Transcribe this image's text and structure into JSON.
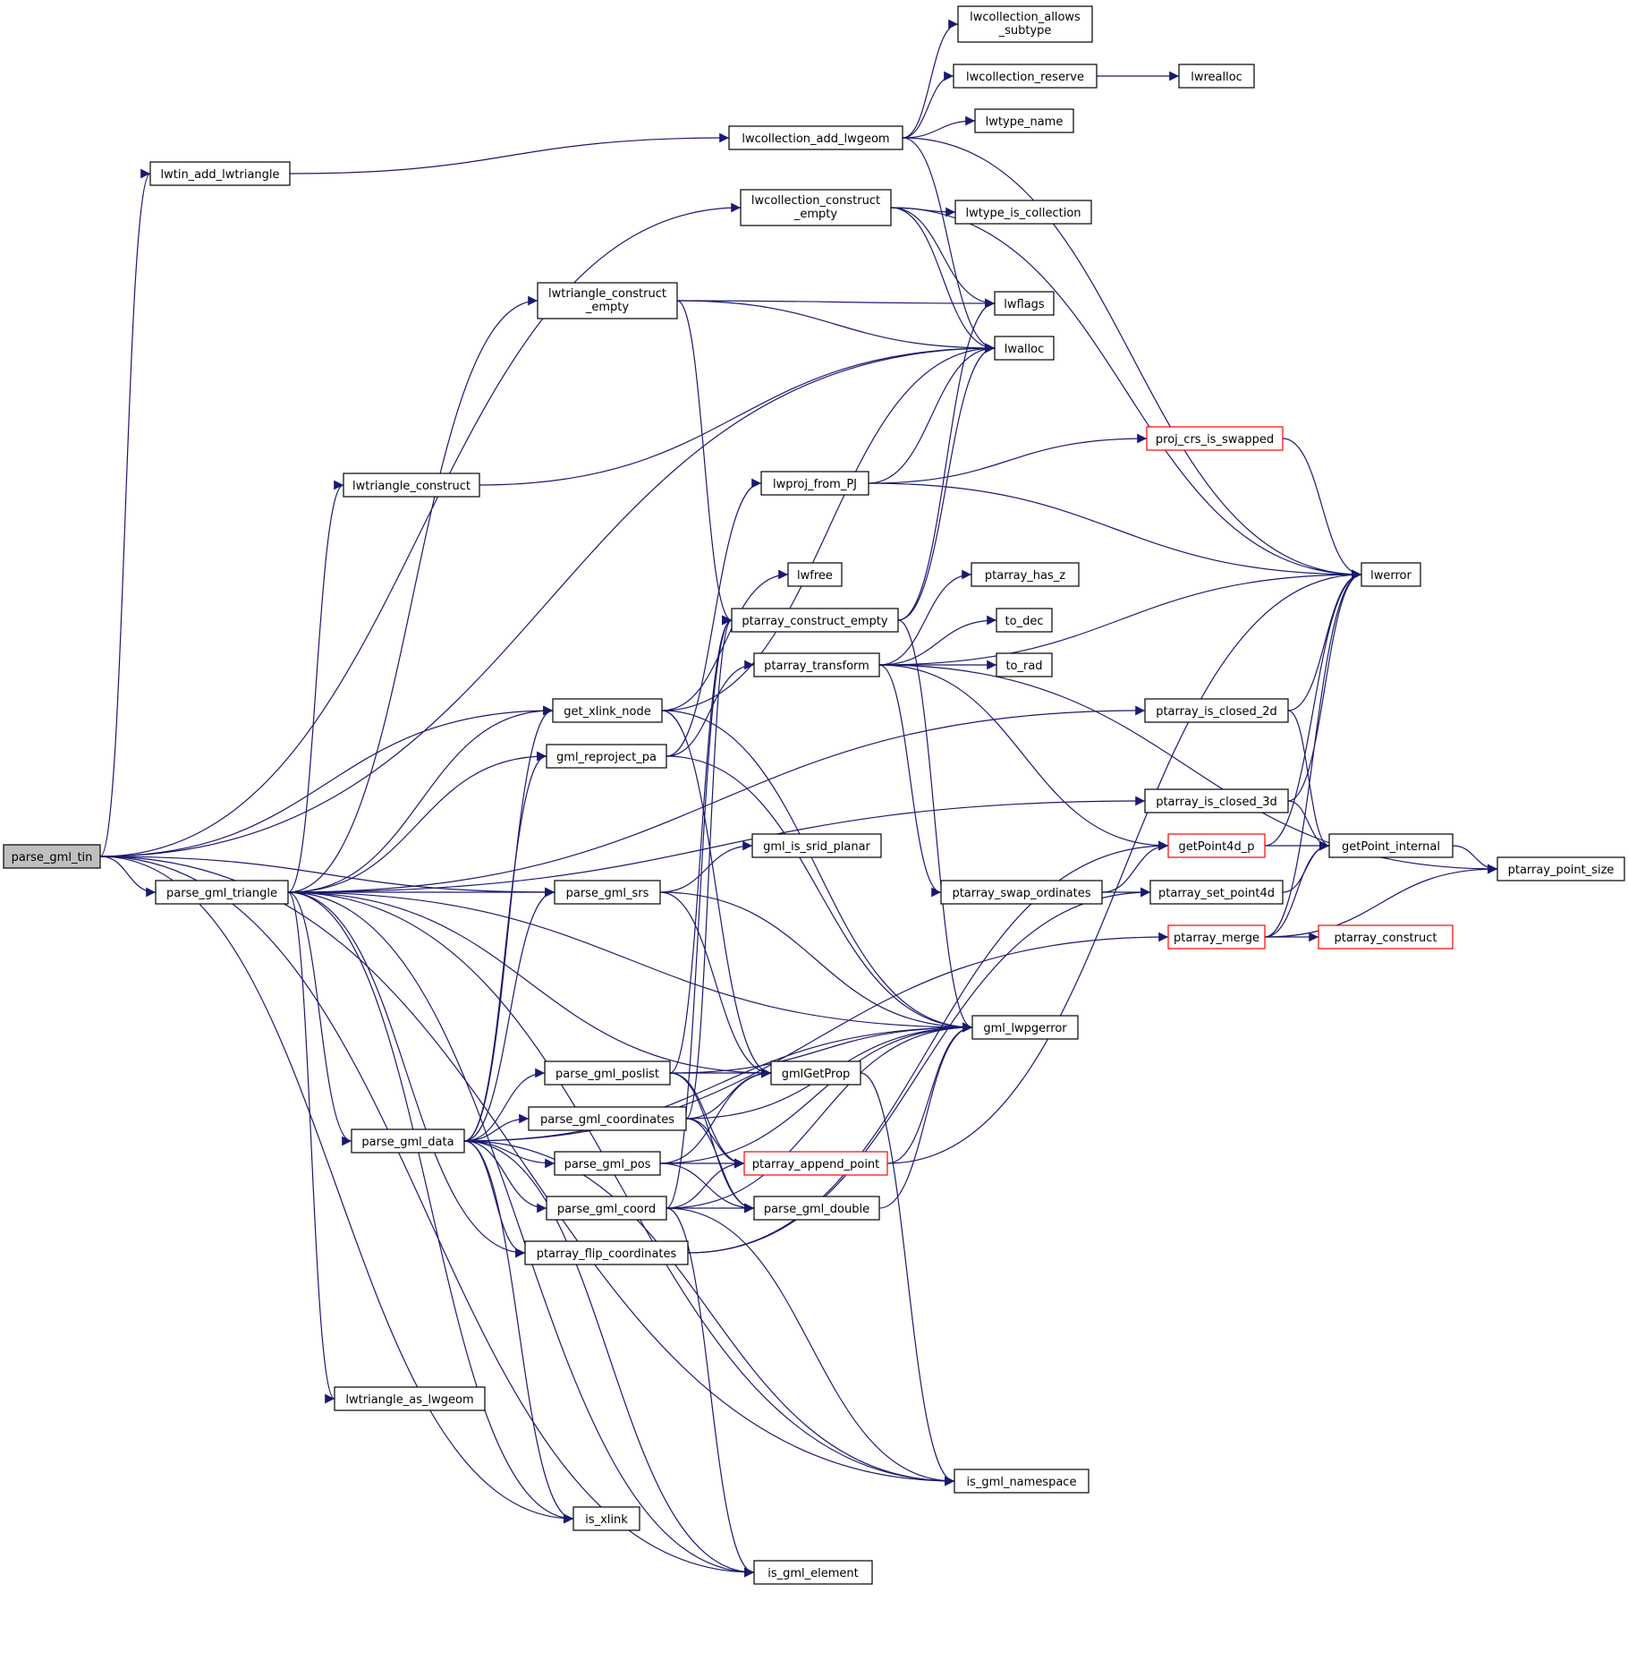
{
  "title": "",
  "edge_color": "#191970",
  "root_fill": "#bfbfbf",
  "missing_border_color": "#ff0000",
  "nodes": [
    {
      "id": "parse_gml_tin",
      "label": "parse_gml_tin",
      "root": true
    },
    {
      "id": "lwtin_add_lwtriangle",
      "label": "lwtin_add_lwtriangle"
    },
    {
      "id": "lwcollection_add_lwgeom",
      "label": "lwcollection_add_lwgeom"
    },
    {
      "id": "lwcollection_allows_subtype",
      "label": "lwcollection_allows\n_subtype"
    },
    {
      "id": "lwcollection_reserve",
      "label": "lwcollection_reserve"
    },
    {
      "id": "lwrealloc",
      "label": "lwrealloc"
    },
    {
      "id": "lwtype_name",
      "label": "lwtype_name"
    },
    {
      "id": "lwcollection_construct_empty",
      "label": "lwcollection_construct\n_empty"
    },
    {
      "id": "lwtype_is_collection",
      "label": "lwtype_is_collection"
    },
    {
      "id": "lwtriangle_construct_empty",
      "label": "lwtriangle_construct\n_empty"
    },
    {
      "id": "lwflags",
      "label": "lwflags"
    },
    {
      "id": "lwalloc",
      "label": "lwalloc"
    },
    {
      "id": "lwtriangle_construct",
      "label": "lwtriangle_construct"
    },
    {
      "id": "lwproj_from_PJ",
      "label": "lwproj_from_PJ"
    },
    {
      "id": "proj_crs_is_swapped",
      "label": "proj_crs_is_swapped",
      "missing": true
    },
    {
      "id": "lwfree",
      "label": "lwfree"
    },
    {
      "id": "lwerror",
      "label": "lwerror"
    },
    {
      "id": "ptarray_construct_empty",
      "label": "ptarray_construct_empty"
    },
    {
      "id": "ptarray_has_z",
      "label": "ptarray_has_z"
    },
    {
      "id": "to_dec",
      "label": "to_dec"
    },
    {
      "id": "ptarray_transform",
      "label": "ptarray_transform"
    },
    {
      "id": "to_rad",
      "label": "to_rad"
    },
    {
      "id": "get_xlink_node",
      "label": "get_xlink_node"
    },
    {
      "id": "ptarray_is_closed_2d",
      "label": "ptarray_is_closed_2d"
    },
    {
      "id": "gml_reproject_pa",
      "label": "gml_reproject_pa"
    },
    {
      "id": "ptarray_is_closed_3d",
      "label": "ptarray_is_closed_3d"
    },
    {
      "id": "getPoint4d_p",
      "label": "getPoint4d_p",
      "missing": true
    },
    {
      "id": "getPoint_internal",
      "label": "getPoint_internal"
    },
    {
      "id": "gml_is_srid_planar",
      "label": "gml_is_srid_planar"
    },
    {
      "id": "parse_gml_triangle",
      "label": "parse_gml_triangle"
    },
    {
      "id": "parse_gml_srs",
      "label": "parse_gml_srs"
    },
    {
      "id": "ptarray_swap_ordinates",
      "label": "ptarray_swap_ordinates"
    },
    {
      "id": "ptarray_set_point4d",
      "label": "ptarray_set_point4d"
    },
    {
      "id": "ptarray_point_size",
      "label": "ptarray_point_size"
    },
    {
      "id": "ptarray_merge",
      "label": "ptarray_merge",
      "missing": true
    },
    {
      "id": "ptarray_construct",
      "label": "ptarray_construct",
      "missing": true
    },
    {
      "id": "gml_lwpgerror",
      "label": "gml_lwpgerror"
    },
    {
      "id": "parse_gml_poslist",
      "label": "parse_gml_poslist"
    },
    {
      "id": "gmlGetProp",
      "label": "gmlGetProp"
    },
    {
      "id": "parse_gml_coordinates",
      "label": "parse_gml_coordinates"
    },
    {
      "id": "parse_gml_data",
      "label": "parse_gml_data"
    },
    {
      "id": "parse_gml_pos",
      "label": "parse_gml_pos"
    },
    {
      "id": "ptarray_append_point",
      "label": "ptarray_append_point",
      "missing": true
    },
    {
      "id": "parse_gml_coord",
      "label": "parse_gml_coord"
    },
    {
      "id": "parse_gml_double",
      "label": "parse_gml_double"
    },
    {
      "id": "ptarray_flip_coordinates",
      "label": "ptarray_flip_coordinates"
    },
    {
      "id": "lwtriangle_as_lwgeom",
      "label": "lwtriangle_as_lwgeom"
    },
    {
      "id": "is_gml_namespace",
      "label": "is_gml_namespace"
    },
    {
      "id": "is_xlink",
      "label": "is_xlink"
    },
    {
      "id": "is_gml_element",
      "label": "is_gml_element"
    }
  ],
  "edges": [
    [
      "parse_gml_tin",
      "lwtin_add_lwtriangle"
    ],
    [
      "parse_gml_tin",
      "lwcollection_construct_empty"
    ],
    [
      "parse_gml_tin",
      "lwalloc"
    ],
    [
      "parse_gml_tin",
      "get_xlink_node"
    ],
    [
      "parse_gml_tin",
      "parse_gml_triangle"
    ],
    [
      "parse_gml_tin",
      "parse_gml_srs"
    ],
    [
      "parse_gml_tin",
      "is_xlink"
    ],
    [
      "parse_gml_tin",
      "is_gml_element"
    ],
    [
      "parse_gml_tin",
      "is_gml_namespace"
    ],
    [
      "lwtin_add_lwtriangle",
      "lwcollection_add_lwgeom"
    ],
    [
      "lwcollection_add_lwgeom",
      "lwcollection_allows_subtype"
    ],
    [
      "lwcollection_add_lwgeom",
      "lwcollection_reserve"
    ],
    [
      "lwcollection_add_lwgeom",
      "lwtype_name"
    ],
    [
      "lwcollection_add_lwgeom",
      "lwerror"
    ],
    [
      "lwcollection_add_lwgeom",
      "lwalloc"
    ],
    [
      "lwcollection_reserve",
      "lwrealloc"
    ],
    [
      "lwcollection_construct_empty",
      "lwtype_is_collection"
    ],
    [
      "lwcollection_construct_empty",
      "lwflags"
    ],
    [
      "lwcollection_construct_empty",
      "lwalloc"
    ],
    [
      "lwcollection_construct_empty",
      "lwerror"
    ],
    [
      "lwtriangle_construct_empty",
      "lwflags"
    ],
    [
      "lwtriangle_construct_empty",
      "lwalloc"
    ],
    [
      "lwtriangle_construct_empty",
      "ptarray_construct_empty"
    ],
    [
      "lwtriangle_construct",
      "lwalloc"
    ],
    [
      "lwproj_from_PJ",
      "lwalloc"
    ],
    [
      "lwproj_from_PJ",
      "proj_crs_is_swapped"
    ],
    [
      "lwproj_from_PJ",
      "lwerror"
    ],
    [
      "proj_crs_is_swapped",
      "lwerror"
    ],
    [
      "ptarray_construct_empty",
      "lwalloc"
    ],
    [
      "ptarray_construct_empty",
      "lwflags"
    ],
    [
      "ptarray_construct_empty",
      "gml_lwpgerror"
    ],
    [
      "ptarray_transform",
      "ptarray_has_z"
    ],
    [
      "ptarray_transform",
      "to_dec"
    ],
    [
      "ptarray_transform",
      "to_rad"
    ],
    [
      "ptarray_transform",
      "lwerror"
    ],
    [
      "ptarray_transform",
      "getPoint4d_p"
    ],
    [
      "ptarray_transform",
      "ptarray_swap_ordinates"
    ],
    [
      "ptarray_transform",
      "ptarray_point_size"
    ],
    [
      "get_xlink_node",
      "lwalloc"
    ],
    [
      "get_xlink_node",
      "lwfree"
    ],
    [
      "get_xlink_node",
      "gmlGetProp"
    ],
    [
      "get_xlink_node",
      "gml_lwpgerror"
    ],
    [
      "gml_reproject_pa",
      "lwproj_from_PJ"
    ],
    [
      "gml_reproject_pa",
      "ptarray_transform"
    ],
    [
      "gml_reproject_pa",
      "gml_lwpgerror"
    ],
    [
      "ptarray_is_closed_2d",
      "lwerror"
    ],
    [
      "ptarray_is_closed_2d",
      "getPoint_internal"
    ],
    [
      "ptarray_is_closed_3d",
      "lwerror"
    ],
    [
      "ptarray_is_closed_3d",
      "getPoint_internal"
    ],
    [
      "getPoint4d_p",
      "getPoint_internal"
    ],
    [
      "getPoint4d_p",
      "lwerror"
    ],
    [
      "getPoint_internal",
      "ptarray_point_size"
    ],
    [
      "parse_gml_srs",
      "gml_is_srid_planar"
    ],
    [
      "parse_gml_srs",
      "gmlGetProp"
    ],
    [
      "parse_gml_srs",
      "gml_lwpgerror"
    ],
    [
      "ptarray_swap_ordinates",
      "getPoint4d_p"
    ],
    [
      "ptarray_swap_ordinates",
      "ptarray_set_point4d"
    ],
    [
      "ptarray_set_point4d",
      "getPoint_internal"
    ],
    [
      "ptarray_merge",
      "getPoint_internal"
    ],
    [
      "ptarray_merge",
      "ptarray_point_size"
    ],
    [
      "ptarray_merge",
      "ptarray_construct"
    ],
    [
      "ptarray_merge",
      "lwerror"
    ],
    [
      "parse_gml_triangle",
      "lwtriangle_construct_empty"
    ],
    [
      "parse_gml_triangle",
      "lwtriangle_construct"
    ],
    [
      "parse_gml_triangle",
      "get_xlink_node"
    ],
    [
      "parse_gml_triangle",
      "gml_reproject_pa"
    ],
    [
      "parse_gml_triangle",
      "ptarray_is_closed_2d"
    ],
    [
      "parse_gml_triangle",
      "ptarray_is_closed_3d"
    ],
    [
      "parse_gml_triangle",
      "parse_gml_srs"
    ],
    [
      "parse_gml_triangle",
      "gml_lwpgerror"
    ],
    [
      "parse_gml_triangle",
      "gmlGetProp"
    ],
    [
      "parse_gml_triangle",
      "parse_gml_data"
    ],
    [
      "parse_gml_triangle",
      "ptarray_flip_coordinates"
    ],
    [
      "parse_gml_triangle",
      "lwtriangle_as_lwgeom"
    ],
    [
      "parse_gml_triangle",
      "is_xlink"
    ],
    [
      "parse_gml_triangle",
      "is_gml_element"
    ],
    [
      "parse_gml_triangle",
      "is_gml_namespace"
    ],
    [
      "parse_gml_data",
      "get_xlink_node"
    ],
    [
      "parse_gml_data",
      "gml_reproject_pa"
    ],
    [
      "parse_gml_data",
      "parse_gml_srs"
    ],
    [
      "parse_gml_data",
      "gml_lwpgerror"
    ],
    [
      "parse_gml_data",
      "parse_gml_poslist"
    ],
    [
      "parse_gml_data",
      "parse_gml_coordinates"
    ],
    [
      "parse_gml_data",
      "parse_gml_pos"
    ],
    [
      "parse_gml_data",
      "parse_gml_coord"
    ],
    [
      "parse_gml_data",
      "ptarray_flip_coordinates"
    ],
    [
      "parse_gml_data",
      "ptarray_merge"
    ],
    [
      "parse_gml_data",
      "is_xlink"
    ],
    [
      "parse_gml_data",
      "is_gml_element"
    ],
    [
      "parse_gml_data",
      "is_gml_namespace"
    ],
    [
      "parse_gml_poslist",
      "gmlGetProp"
    ],
    [
      "parse_gml_poslist",
      "gml_lwpgerror"
    ],
    [
      "parse_gml_poslist",
      "ptarray_construct_empty"
    ],
    [
      "parse_gml_poslist",
      "ptarray_append_point"
    ],
    [
      "parse_gml_poslist",
      "parse_gml_double"
    ],
    [
      "parse_gml_coordinates",
      "gmlGetProp"
    ],
    [
      "parse_gml_coordinates",
      "gml_lwpgerror"
    ],
    [
      "parse_gml_coordinates",
      "ptarray_construct_empty"
    ],
    [
      "parse_gml_coordinates",
      "ptarray_append_point"
    ],
    [
      "parse_gml_coordinates",
      "parse_gml_double"
    ],
    [
      "parse_gml_pos",
      "gmlGetProp"
    ],
    [
      "parse_gml_pos",
      "ptarray_append_point"
    ],
    [
      "parse_gml_pos",
      "parse_gml_double"
    ],
    [
      "parse_gml_pos",
      "gml_lwpgerror"
    ],
    [
      "parse_gml_coord",
      "ptarray_construct_empty"
    ],
    [
      "parse_gml_coord",
      "ptarray_append_point"
    ],
    [
      "parse_gml_coord",
      "parse_gml_double"
    ],
    [
      "parse_gml_coord",
      "gml_lwpgerror"
    ],
    [
      "parse_gml_coord",
      "is_gml_namespace"
    ],
    [
      "parse_gml_coord",
      "is_gml_element"
    ],
    [
      "ptarray_append_point",
      "lwerror"
    ],
    [
      "ptarray_append_point",
      "gml_lwpgerror"
    ],
    [
      "parse_gml_double",
      "gml_lwpgerror"
    ],
    [
      "ptarray_flip_coordinates",
      "getPoint4d_p"
    ],
    [
      "ptarray_flip_coordinates",
      "ptarray_set_point4d"
    ],
    [
      "gmlGetProp",
      "is_gml_namespace"
    ]
  ]
}
